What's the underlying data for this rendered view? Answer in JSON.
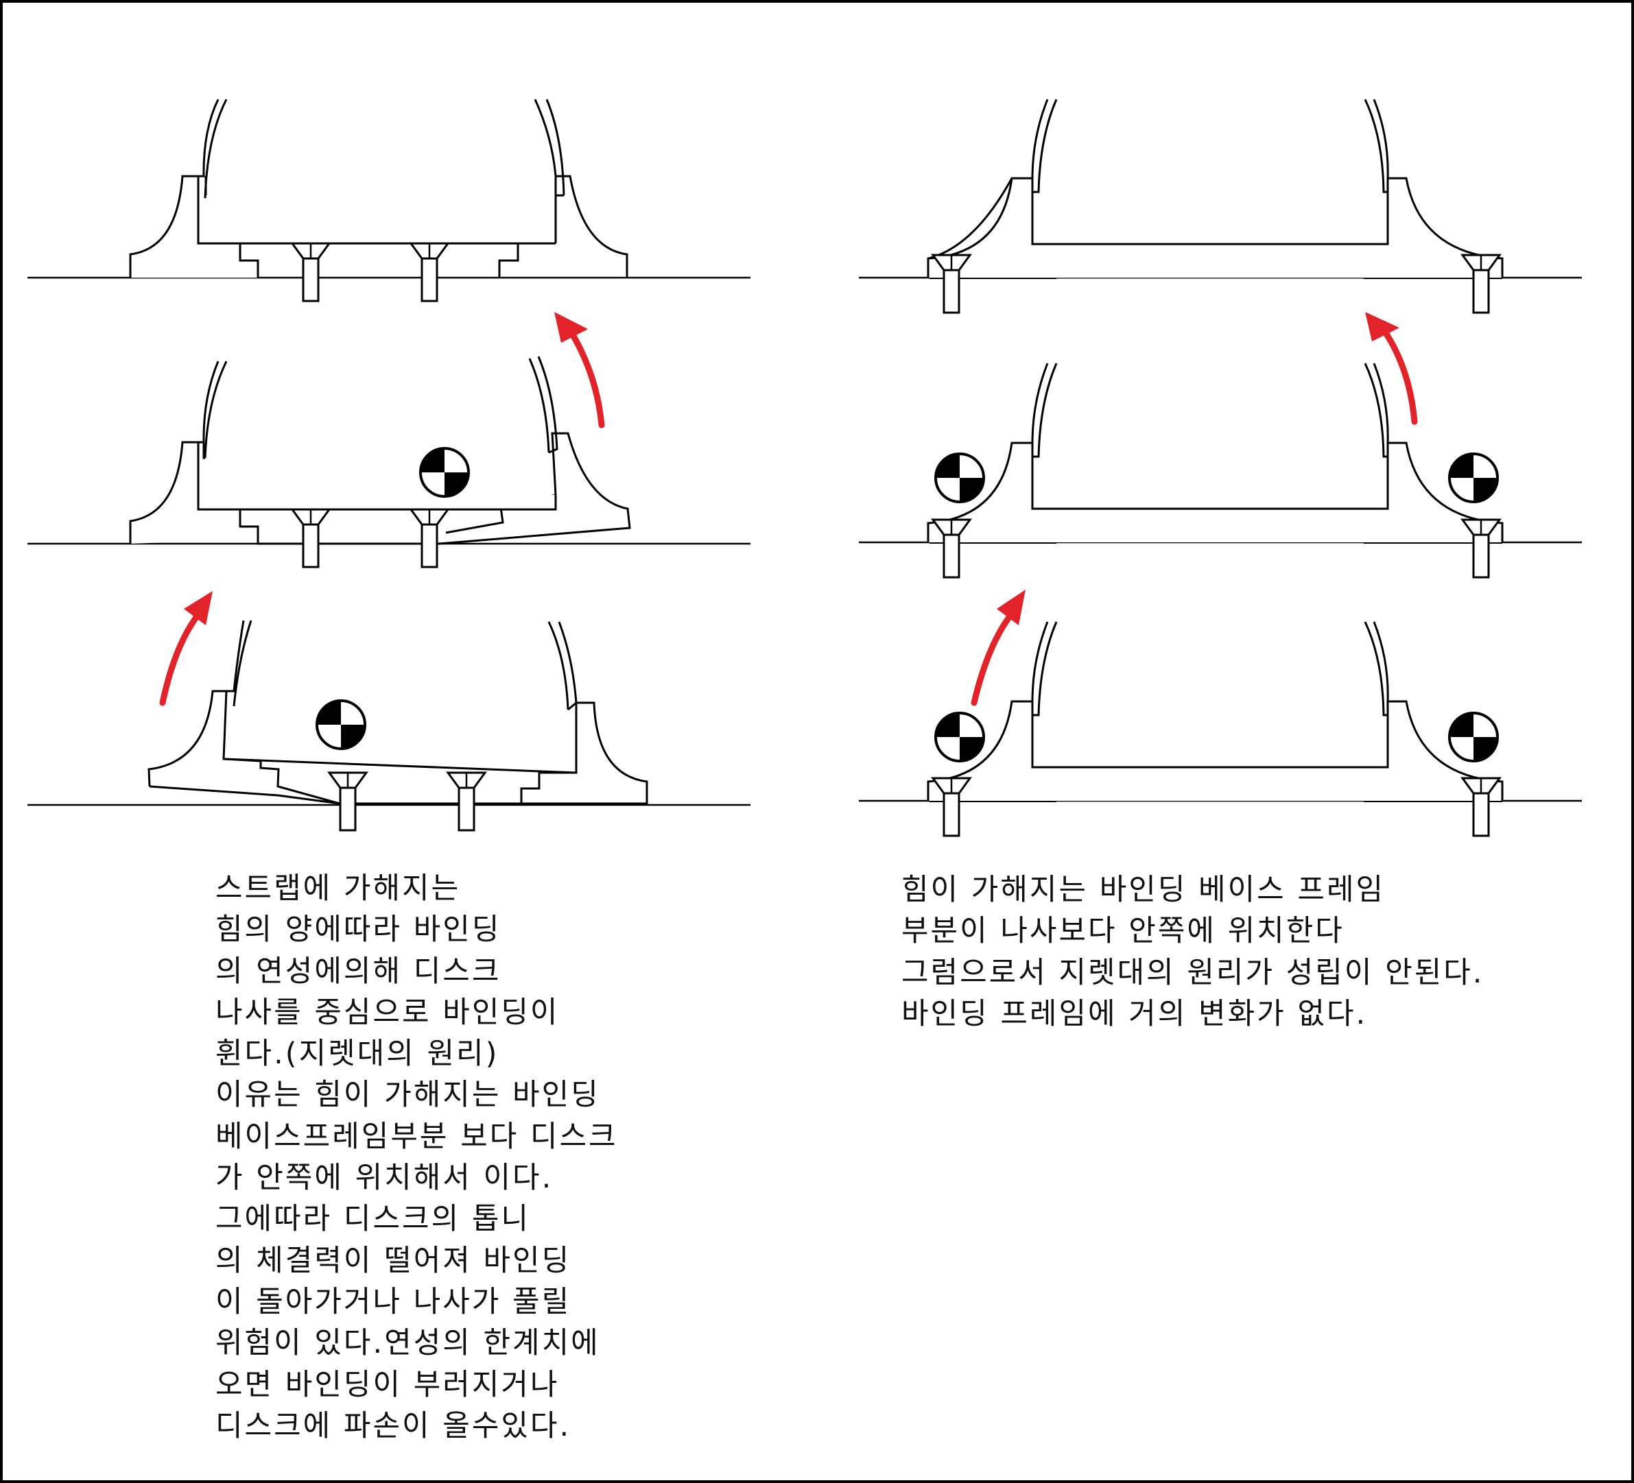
{
  "left_explanation": {
    "lines": [
      "스트랩에 가해지는",
      "힘의 양에따라 바인딩",
      "의 연성에의해 디스크",
      "나사를 중심으로 바인딩이",
      "휜다.(지렛대의 원리)",
      "이유는 힘이 가해지는 바인딩",
      "베이스프레임부분 보다 디스크",
      "가 안쪽에 위치해서 이다.",
      "그에따라 디스크의 톱니",
      "의 체결력이 떨어져 바인딩",
      "이 돌아가거나 나사가 풀릴",
      "위험이 있다.연성의 한계치에",
      "오면 바인딩이 부러지거나",
      "디스크에 파손이 올수있다."
    ]
  },
  "right_explanation": {
    "lines": [
      "힘이 가해지는 바인딩 베이스 프레임",
      "부분이 나사보다 안쪽에 위치한다",
      "그럼으로서 지렛대의 원리가 성립이 안된다.",
      "바인딩 프레임에 거의 변화가 없다."
    ]
  },
  "colors": {
    "line": "#000000",
    "arrow": "#e3232a",
    "background": "#ffffff"
  },
  "icons": [
    "force-arrow-icon",
    "pivot-point-icon",
    "screw-icon"
  ]
}
